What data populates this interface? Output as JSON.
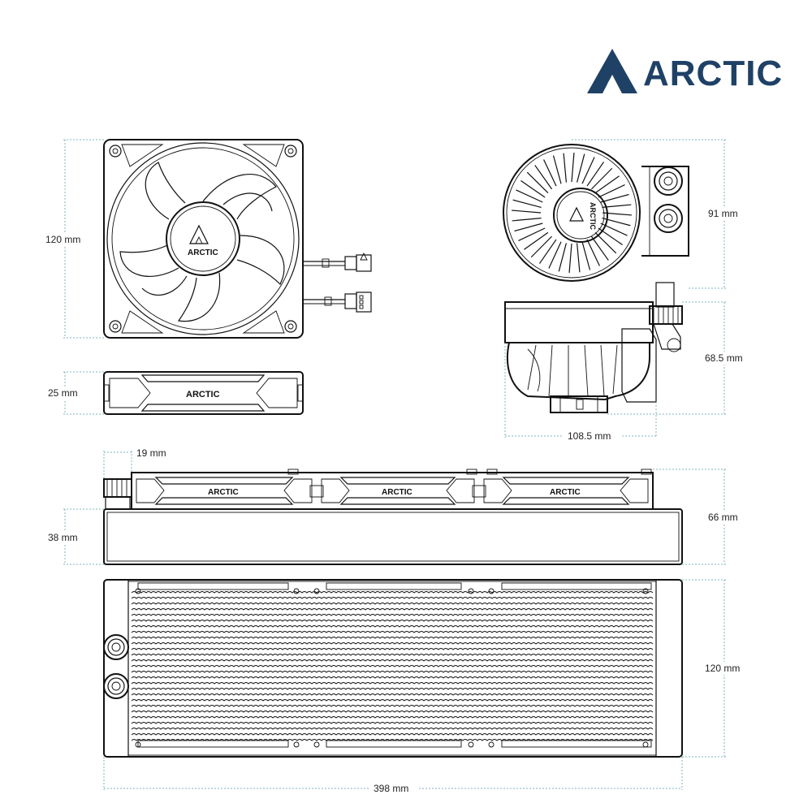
{
  "brand": {
    "name": "ARCTIC",
    "color": "#1f4166"
  },
  "fan_label": "ARCTIC",
  "dimensions": {
    "fan_height": "120 mm",
    "fan_thickness": "25 mm",
    "pump_height": "91 mm",
    "pump_depth": "68.5 mm",
    "pump_width": "108.5 mm",
    "fitting_offset": "19 mm",
    "radiator_thickness": "38 mm",
    "total_thickness": "66 mm",
    "radiator_width": "120 mm",
    "radiator_length": "398 mm"
  },
  "colors": {
    "line": "#111111",
    "guide": "#7fb6bd",
    "background": "#ffffff"
  }
}
